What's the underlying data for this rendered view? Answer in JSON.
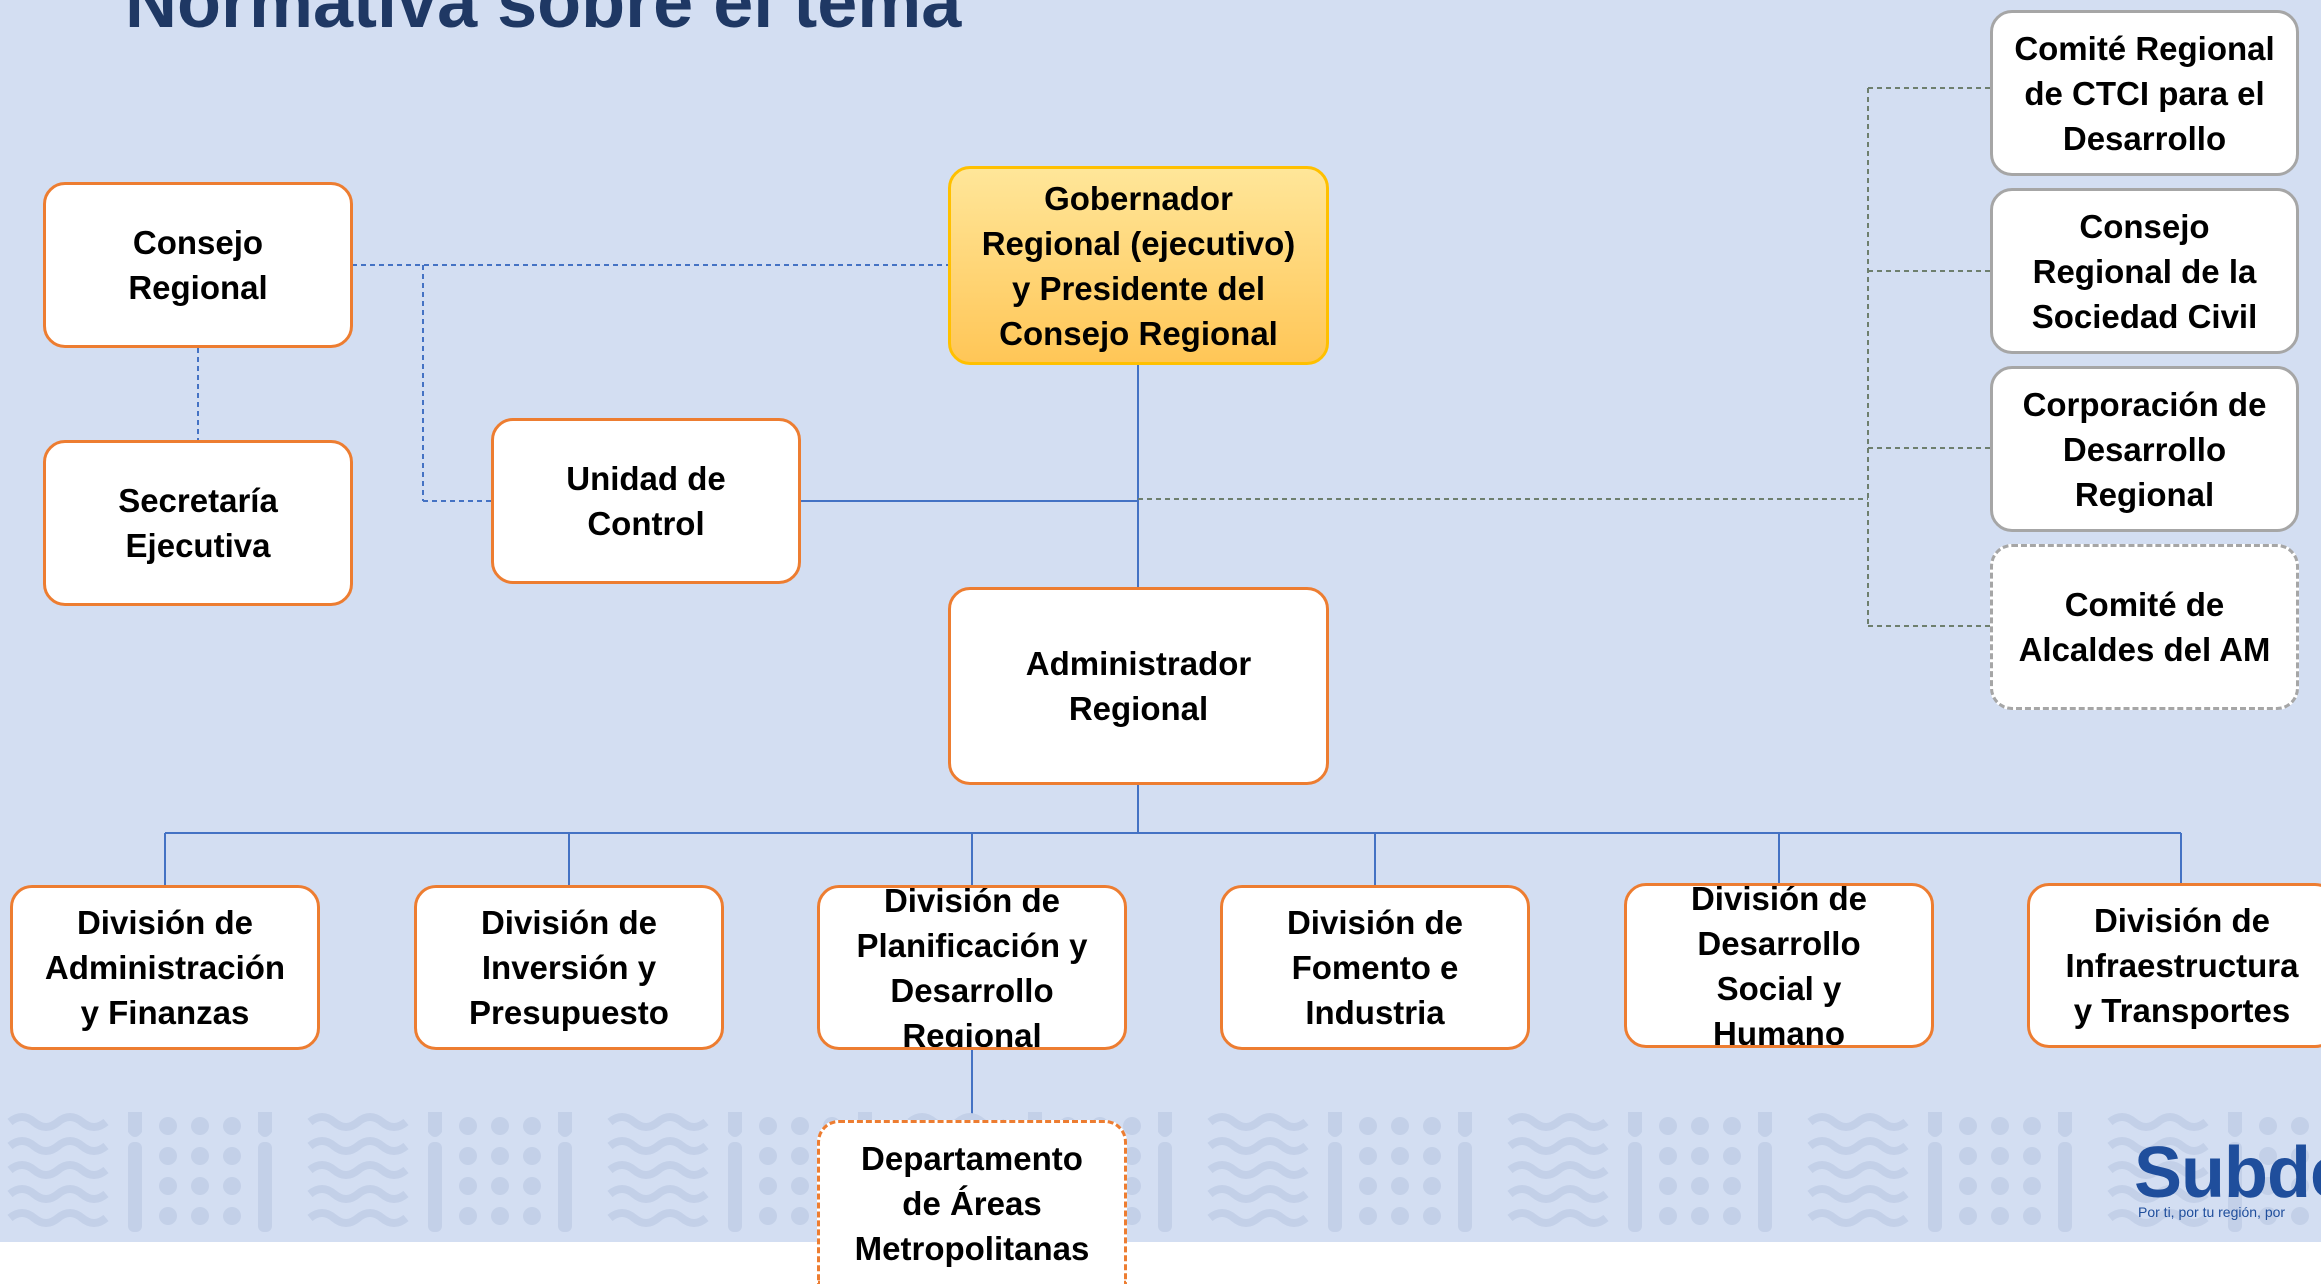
{
  "title": "Normativa sobre el tema",
  "nodes": {
    "gobernador": "Gobernador\nRegional (ejecutivo)\ny Presidente del\nConsejo Regional",
    "consejo_regional": "Consejo\nRegional",
    "secretaria": "Secretaría\nEjecutiva",
    "unidad_control": "Unidad de\nControl",
    "administrador": "Administrador\nRegional",
    "comite_ctci": "Comité Regional\nde CTCI para el\nDesarrollo",
    "consejo_sociedad": "Consejo\nRegional de la\nSociedad Civil",
    "corporacion": "Corporación de\nDesarrollo\nRegional",
    "comite_alcaldes": "Comité de\nAlcaldes del AM",
    "div_admin": "División de\nAdministración\ny Finanzas",
    "div_inversion": "División de\nInversión y\nPresupuesto",
    "div_planificacion": "División de\nPlanificación y\nDesarrollo\nRegional",
    "div_fomento": "División de\nFomento e\nIndustria",
    "div_social": "División de\nDesarrollo\nSocial y\nHumano",
    "div_infra": "División de\nInfraestructura\ny Transportes",
    "depto_areas": "Departamento\nde Áreas\nMetropolitanas"
  },
  "logo": {
    "name": "Subde",
    "slogan": "Por ti, por tu región, por"
  },
  "colors": {
    "background": "#d3def2",
    "box_border": "#ed7d31",
    "governor_fill": "#ffd27a",
    "title": "#1f3864",
    "connector": "#4472c4"
  }
}
